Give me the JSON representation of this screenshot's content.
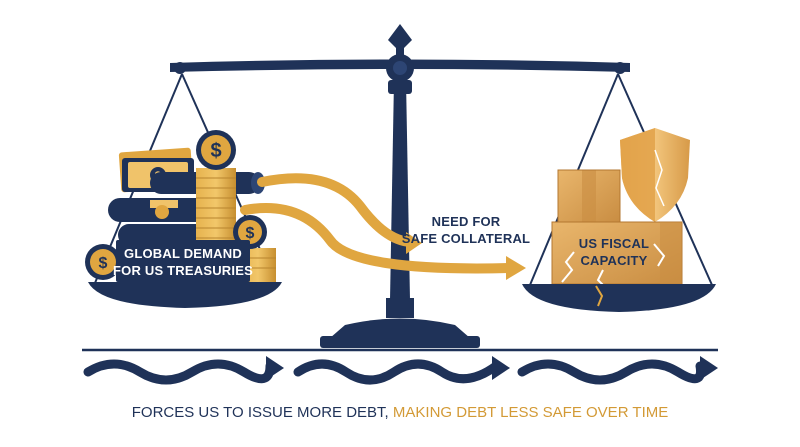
{
  "labels": {
    "left_pan_line1": "GLOBAL DEMAND",
    "left_pan_line2": "FOR US TREASURIES",
    "middle_line1": "NEED FOR",
    "middle_line2": "SAFE COLLATERAL",
    "right_pan_line1": "US FISCAL",
    "right_pan_line2": "CAPACITY"
  },
  "caption": {
    "part1": "FORCES US TO ISSUE MORE DEBT,",
    "part2": " MAKING DEBT LESS SAFE OVER TIME"
  },
  "icons": {
    "left_pan": [
      "dollar-coin-icon",
      "banknote-icon",
      "bond-scroll-icon"
    ],
    "right_pan": [
      "cardboard-box-icon",
      "shield-icon",
      "crack-icon"
    ],
    "flow": [
      "curved-arrow-icon",
      "wavy-arrow-icon"
    ]
  },
  "colors": {
    "navy": "#1f3258",
    "gold": "#e0a640",
    "gold_dark": "#b8842e",
    "box_tan": "#dca35a",
    "text_navy": "#1f3258",
    "text_gold": "#d39a36"
  }
}
